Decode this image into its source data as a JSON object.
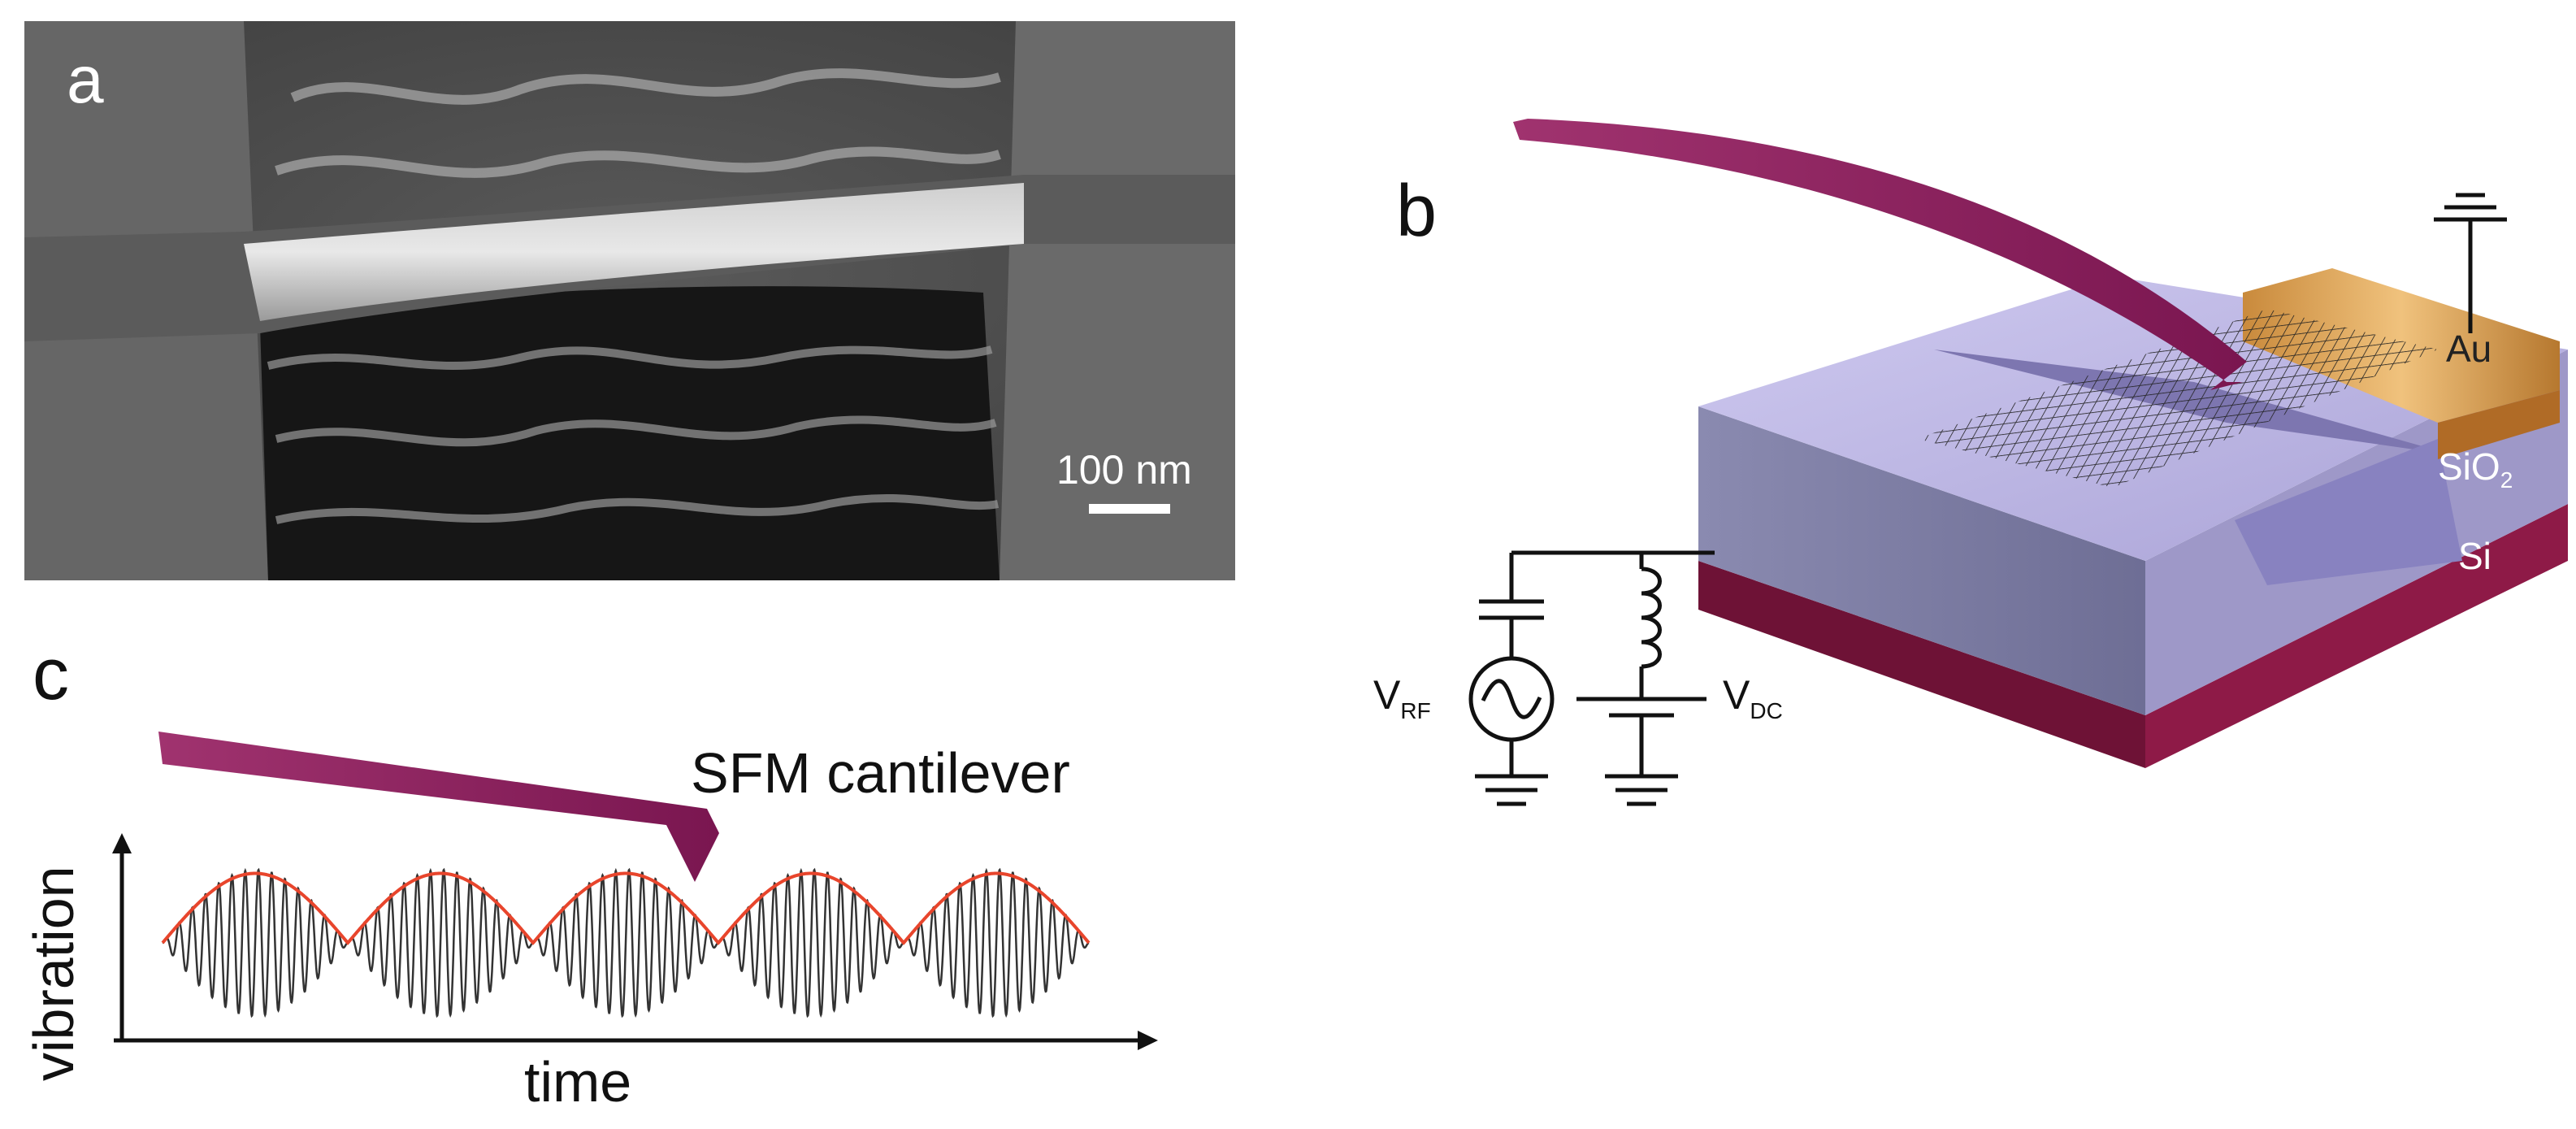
{
  "panel_a": {
    "label": "a",
    "scale_bar_text": "100 nm"
  },
  "panel_b": {
    "label": "b",
    "layers": {
      "gold": "Au",
      "oxide_base": "SiO",
      "oxide_sub": "2",
      "silicon": "Si"
    },
    "sources": {
      "rf_base": "V",
      "rf_sub": "RF",
      "dc_base": "V",
      "dc_sub": "DC"
    }
  },
  "panel_c": {
    "label": "c",
    "cantilever_label": "SFM cantilever",
    "y_axis_label": "vibration",
    "x_axis_label": "time"
  },
  "colors": {
    "cantilever": "#8c1f5e",
    "envelope": "#e8452c",
    "oscillation": "#333333",
    "gold_contact": "#d7a35a",
    "oxide": "#a9a2d6",
    "silicon": "#8e1a47"
  }
}
